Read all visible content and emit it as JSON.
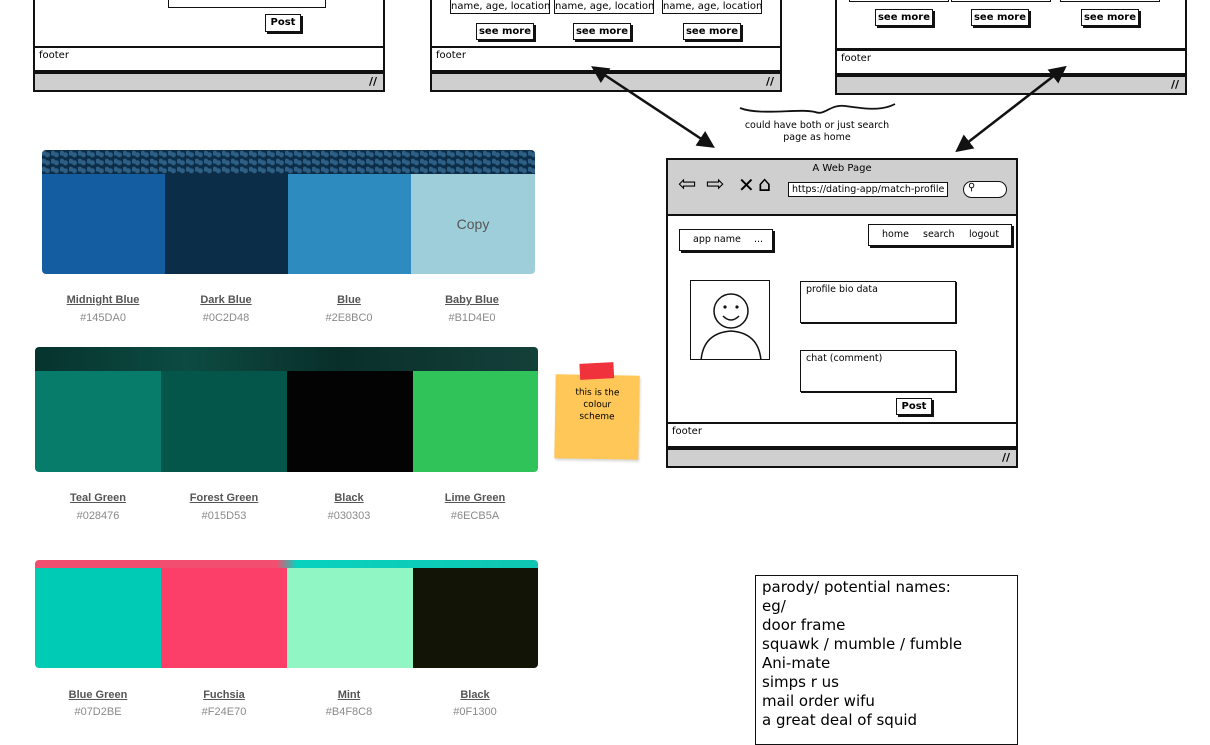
{
  "wireframes_top": {
    "left": {
      "post_label": "Post",
      "footer": "footer"
    },
    "middle": {
      "cards": [
        {
          "info": "name, age, location",
          "see_more": "see more"
        },
        {
          "info": "name, age, location",
          "see_more": "see more"
        },
        {
          "info": "name, age, location",
          "see_more": "see more"
        }
      ],
      "footer": "footer"
    },
    "right": {
      "see_more_buttons": [
        "see more",
        "see more",
        "see more"
      ],
      "footer": "footer"
    }
  },
  "annotation": "could have both or just search page as home",
  "browser": {
    "title": "A Web Page",
    "url": "https://dating-app/match-profile",
    "app_name": "app name",
    "app_menu": "...",
    "nav": {
      "home": "home",
      "search": "search",
      "logout": "logout"
    },
    "profile_bio": "profile bio data",
    "chat": "chat (comment)",
    "post_label": "Post",
    "footer": "footer"
  },
  "sticky_note": "this is the colour scheme",
  "palettes": [
    {
      "colors": [
        {
          "name": "Midnight Blue",
          "hex": "#145DA0"
        },
        {
          "name": "Dark Blue",
          "hex": "#0C2D48"
        },
        {
          "name": "Blue",
          "hex": "#2E8BC0"
        },
        {
          "name": "Baby Blue",
          "hex": "#B1D4E0",
          "label": "Copy"
        }
      ],
      "banner": "#0c2d48"
    },
    {
      "colors": [
        {
          "name": "Teal Green",
          "hex": "#028476"
        },
        {
          "name": "Forest Green",
          "hex": "#015D53"
        },
        {
          "name": "Black",
          "hex": "#030303"
        },
        {
          "name": "Lime Green",
          "hex": "#6ECB5A"
        }
      ],
      "banner": "#0b3b34"
    },
    {
      "colors": [
        {
          "name": "Blue Green",
          "hex": "#07D2BE"
        },
        {
          "name": "Fuchsia",
          "hex": "#F24E70"
        },
        {
          "name": "Mint",
          "hex": "#B4F8C8"
        },
        {
          "name": "Black",
          "hex": "#0F1300"
        }
      ],
      "banner": "#f24e70"
    }
  ],
  "names_box": {
    "lines": [
      "parody/ potential names:",
      "eg/",
      "door frame",
      "squawk / mumble / fumble",
      "Ani-mate",
      "simps r us",
      "mail order wifu",
      "a great deal of squid"
    ]
  }
}
